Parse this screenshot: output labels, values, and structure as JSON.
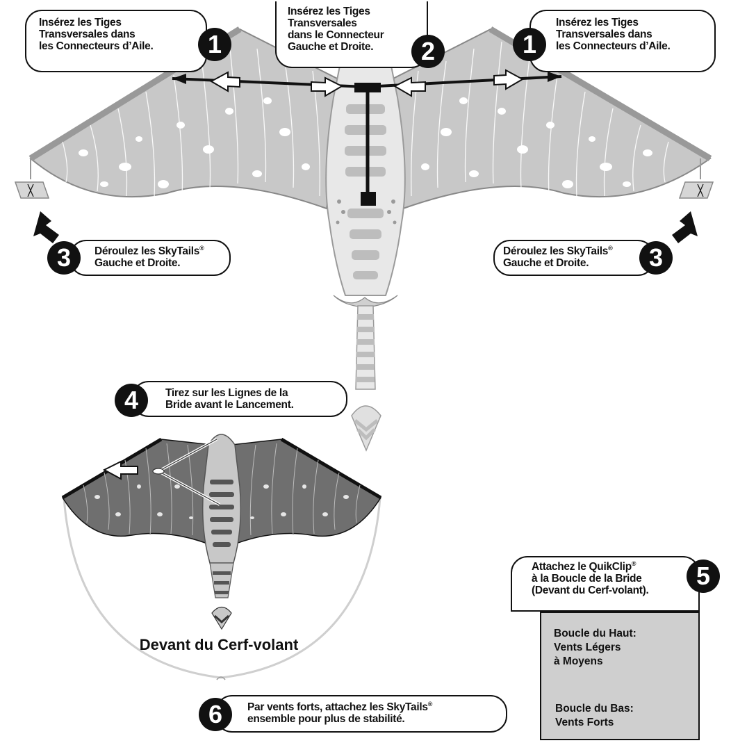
{
  "steps": {
    "s1_left": {
      "number": "1",
      "lines": [
        "Insérez les Tiges",
        "Transversales dans",
        "les Connecteurs d’Aile."
      ]
    },
    "s2_center": {
      "number": "2",
      "lines": [
        "Insérez les Tiges",
        "Transversales",
        "dans le Connecteur",
        "Gauche et Droite."
      ]
    },
    "s1_right": {
      "number": "1",
      "lines": [
        "Insérez les Tiges",
        "Transversales dans",
        "les Connecteurs d’Aile."
      ]
    },
    "s3_left": {
      "number": "3",
      "lines": [
        "Déroulez les SkyTails",
        "Gauche et Droite."
      ],
      "mark": "®"
    },
    "s3_right": {
      "number": "3",
      "lines": [
        "Déroulez les SkyTails",
        "Gauche et Droite."
      ],
      "mark": "®"
    },
    "s4": {
      "number": "4",
      "lines": [
        "Tirez sur les Lignes de la",
        "Bride avant le Lancement."
      ]
    },
    "s5": {
      "number": "5",
      "lines": [
        "Attachez le QuikClip",
        "à la Boucle de la Bride",
        "(Devant du Cerf-volant)."
      ],
      "mark": "®"
    },
    "s6": {
      "number": "6",
      "lines": [
        "Par vents forts, attachez les SkyTails",
        "ensemble pour plus de stabilité."
      ],
      "mark": "®"
    }
  },
  "front_label": "Devant du Cerf-volant",
  "inset": {
    "top_lines": [
      "Boucle du Haut:",
      "Vents Légers",
      "à Moyens"
    ],
    "bottom_lines": [
      "Boucle du Bas:",
      "Vents Forts"
    ]
  },
  "colors": {
    "ink": "#111111",
    "wing_light": "#c8c8c8",
    "wing_dark": "#6f6f6f",
    "inset_bg": "#cfcfcf"
  }
}
